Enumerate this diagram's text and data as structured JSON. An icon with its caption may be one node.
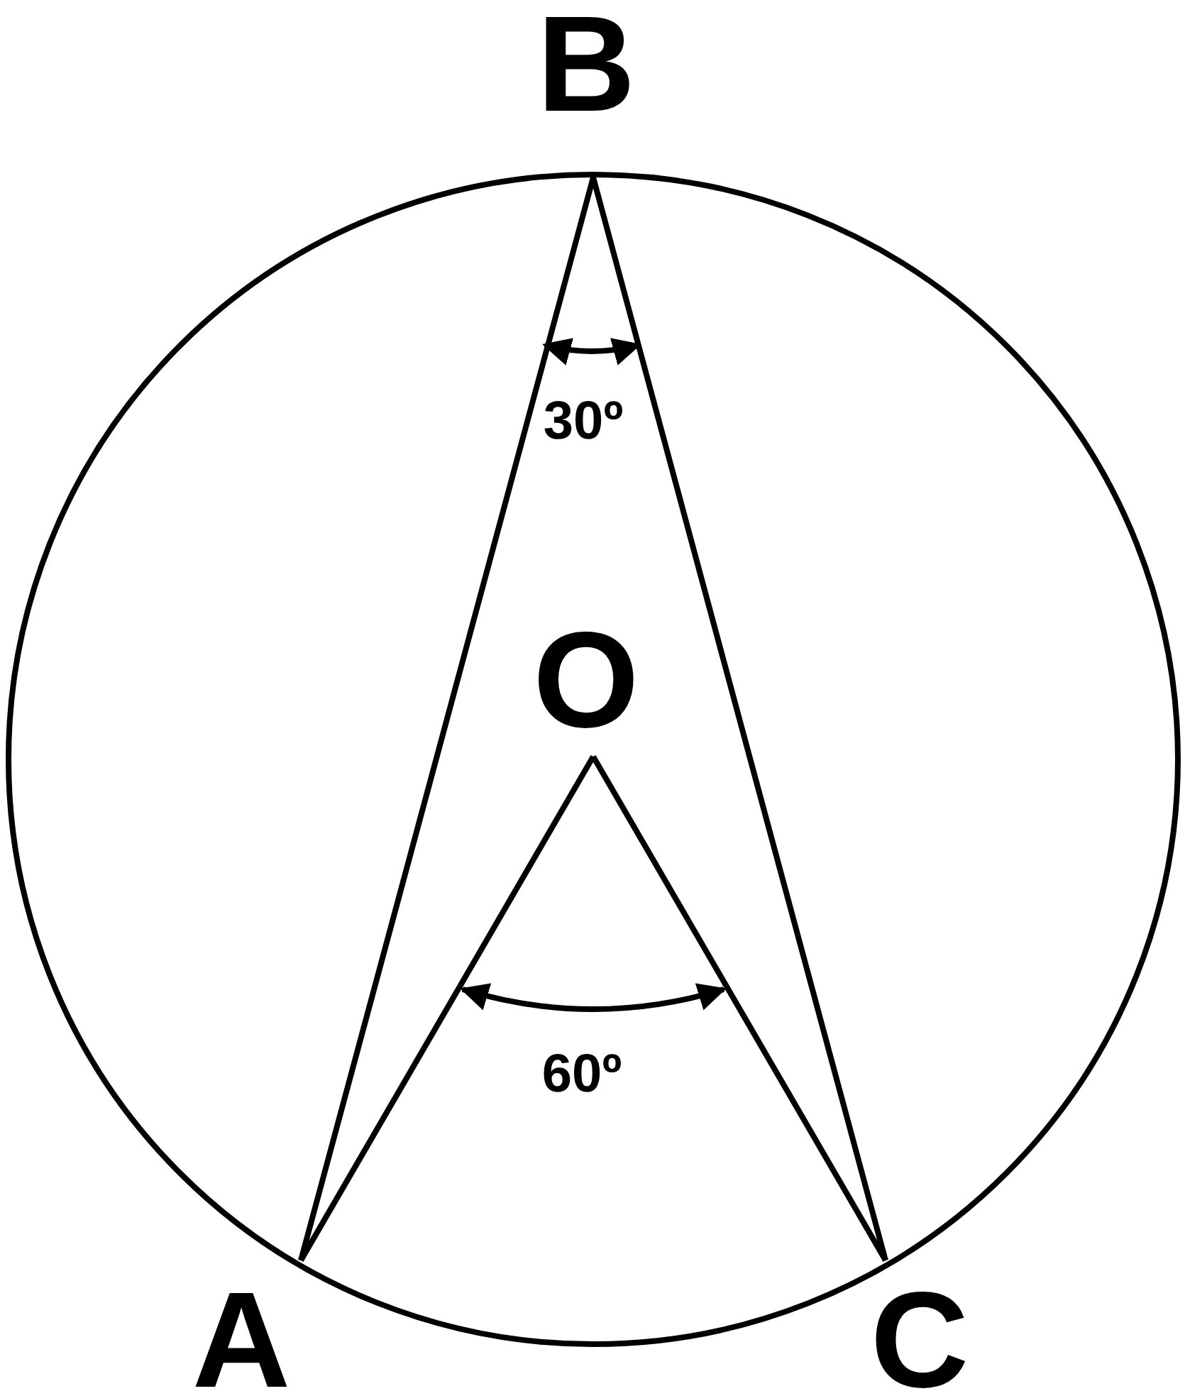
{
  "diagram": {
    "nodes": [
      {
        "text": [
          "B"
        ]
      },
      {
        "text": [
          "O"
        ]
      },
      {
        "text": [
          "A"
        ]
      },
      {
        "text": [
          "C"
        ]
      }
    ],
    "edges": [
      {
        "from": 0,
        "to": 2,
        "arrow": "none"
      },
      {
        "from": 0,
        "to": 3,
        "arrow": "none"
      },
      {
        "from": 1,
        "to": 2,
        "arrow": "none"
      },
      {
        "from": 1,
        "to": 3,
        "arrow": "none"
      }
    ],
    "labels": [
      "30º",
      "60º"
    ]
  }
}
